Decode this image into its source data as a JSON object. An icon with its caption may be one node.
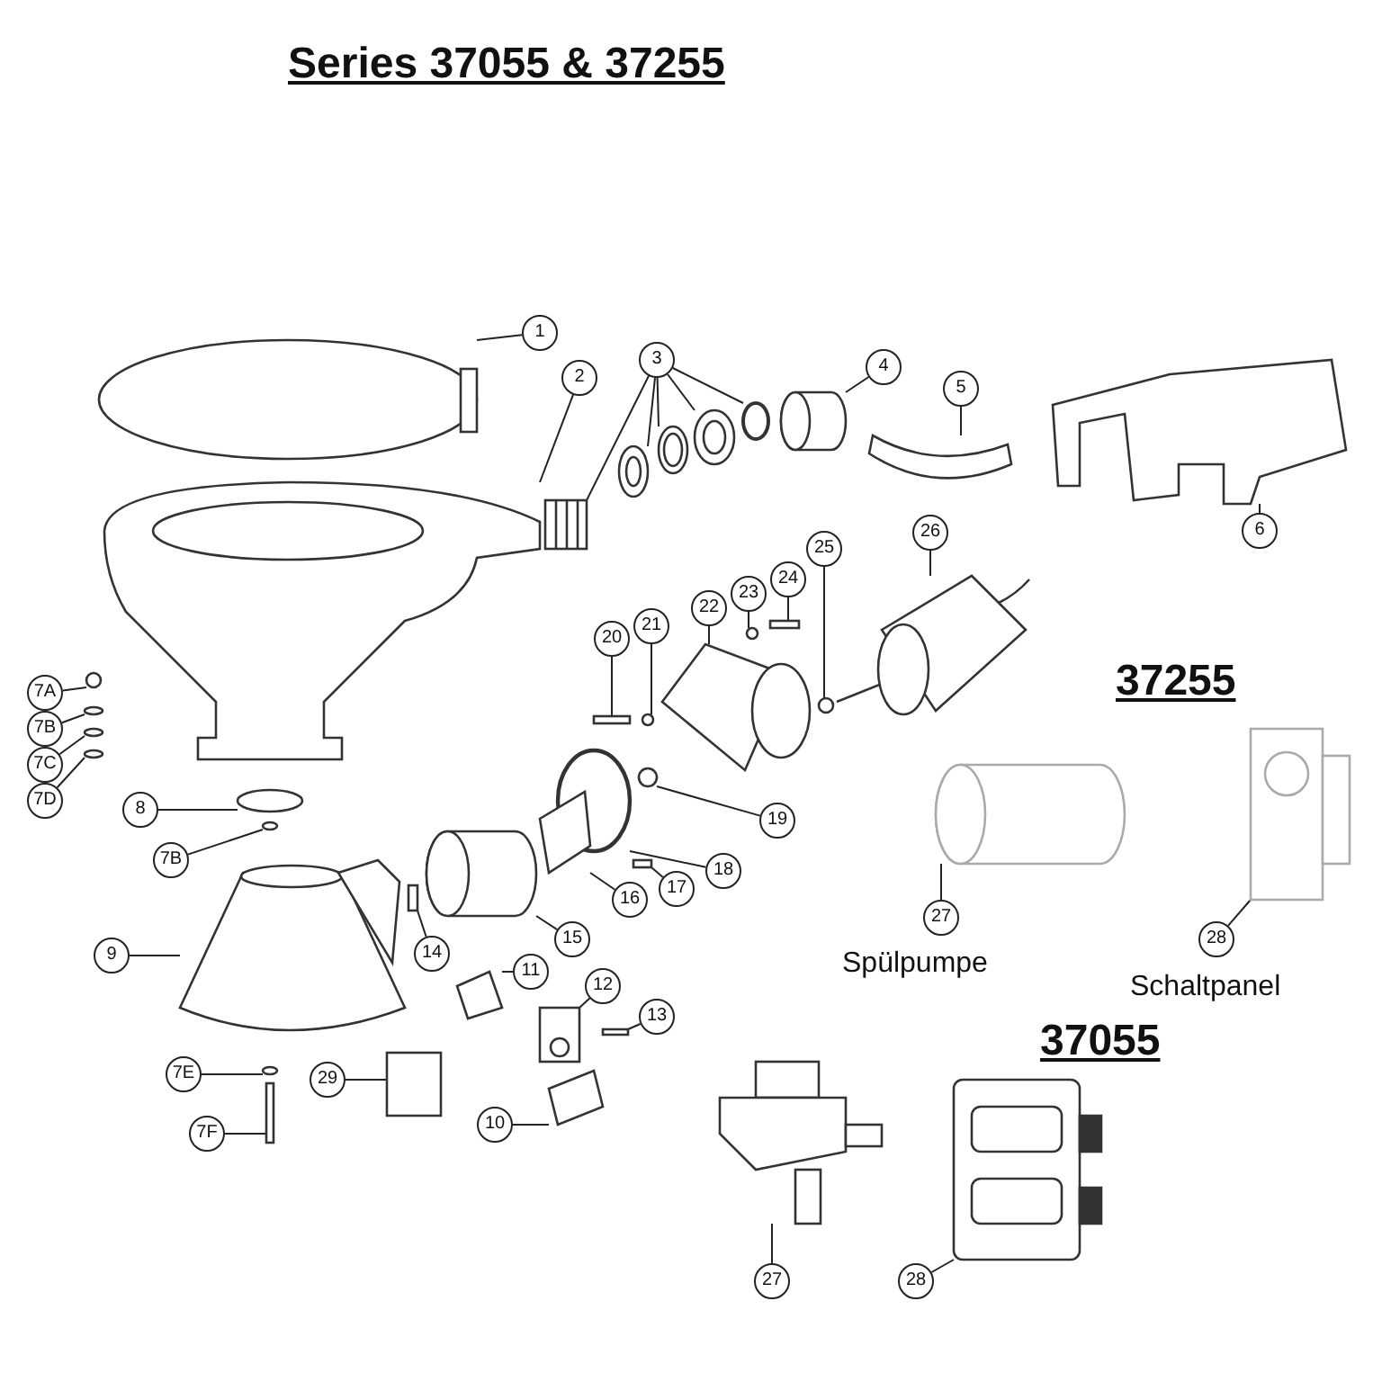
{
  "diagram": {
    "title": "Series 37055 & 37255",
    "nodes": [
      {
        "text": [
          "1"
        ]
      },
      {
        "text": [
          "2"
        ]
      },
      {
        "text": [
          "3"
        ]
      },
      {
        "text": [
          "4"
        ]
      },
      {
        "text": [
          "5"
        ]
      },
      {
        "text": [
          "6"
        ]
      },
      {
        "text": [
          "26"
        ]
      },
      {
        "text": [
          "20"
        ]
      },
      {
        "text": [
          "21"
        ]
      },
      {
        "text": [
          "22"
        ]
      },
      {
        "text": [
          "23"
        ]
      },
      {
        "text": [
          "24"
        ]
      },
      {
        "text": [
          "25"
        ]
      },
      {
        "text": [
          "7A"
        ]
      },
      {
        "text": [
          "7B"
        ]
      },
      {
        "text": [
          "7C"
        ]
      },
      {
        "text": [
          "7D"
        ]
      },
      {
        "text": [
          "19"
        ]
      },
      {
        "text": [
          "18"
        ]
      },
      {
        "text": [
          "17"
        ]
      },
      {
        "text": [
          "16"
        ]
      },
      {
        "text": [
          "15"
        ]
      },
      {
        "text": [
          "8"
        ]
      },
      {
        "text": [
          "7B"
        ]
      },
      {
        "text": [
          "14"
        ]
      },
      {
        "text": [
          "9"
        ]
      },
      {
        "text": [
          "27"
        ]
      },
      {
        "text": [
          "28"
        ]
      },
      {
        "text": [
          "11"
        ]
      },
      {
        "text": [
          "12"
        ]
      },
      {
        "text": [
          "13"
        ]
      },
      {
        "text": [
          "29"
        ]
      },
      {
        "text": [
          "7E"
        ]
      },
      {
        "text": [
          "7F"
        ]
      },
      {
        "text": [
          "10"
        ]
      },
      {
        "text": [
          "27"
        ]
      },
      {
        "text": [
          "28"
        ]
      },
      {
        "text": [],
        "shape": "picture"
      },
      {
        "text": [],
        "shape": "picture"
      },
      {
        "text": [],
        "shape": "picture"
      },
      {
        "text": [],
        "shape": "picture"
      },
      {
        "text": [],
        "shape": "picture"
      },
      {
        "text": [],
        "shape": "picture"
      },
      {
        "text": [],
        "shape": "circle"
      },
      {
        "text": [],
        "shape": "cylinder"
      },
      {
        "text": [],
        "shape": "picture"
      },
      {
        "text": [],
        "shape": "picture"
      },
      {
        "text": [],
        "shape": "picture"
      },
      {
        "text": [],
        "shape": "box"
      },
      {
        "text": [],
        "shape": "circle"
      },
      {
        "text": [],
        "shape": "picture"
      },
      {
        "text": [],
        "shape": "circle"
      },
      {
        "text": [],
        "shape": "box"
      },
      {
        "text": [],
        "shape": "circle"
      },
      {
        "text": [],
        "shape": "circle"
      },
      {
        "text": [],
        "shape": "circle"
      },
      {
        "text": [],
        "shape": "circle"
      },
      {
        "text": [],
        "shape": "circle"
      },
      {
        "text": [],
        "shape": "circle"
      },
      {
        "text": [],
        "shape": "circle"
      },
      {
        "text": [],
        "shape": "box"
      },
      {
        "text": [],
        "shape": "picture"
      },
      {
        "text": [],
        "shape": "cylinder"
      },
      {
        "text": [],
        "shape": "circle"
      },
      {
        "text": [],
        "shape": "circle"
      },
      {
        "text": [],
        "shape": "box"
      },
      {
        "text": [],
        "shape": "picture"
      },
      {
        "text": [],
        "shape": "cylinder"
      },
      {
        "text": [],
        "shape": "picture"
      },
      {
        "text": [],
        "shape": "picture"
      },
      {
        "text": [],
        "shape": "picture"
      },
      {
        "text": [],
        "shape": "box"
      },
      {
        "text": [],
        "shape": "box"
      },
      {
        "text": [],
        "shape": "circle"
      },
      {
        "text": [],
        "shape": "box"
      },
      {
        "text": [],
        "shape": "picture"
      },
      {
        "text": [],
        "shape": "picture"
      },
      {
        "text": [],
        "shape": "picture"
      }
    ],
    "edges": [
      {
        "from": 0,
        "to": 37,
        "arrow": "none"
      },
      {
        "from": 1,
        "to": 38,
        "arrow": "none"
      },
      {
        "from": 2,
        "to": 39,
        "arrow": "none"
      },
      {
        "from": 2,
        "to": 40,
        "arrow": "none"
      },
      {
        "from": 2,
        "to": 41,
        "arrow": "none"
      },
      {
        "from": 2,
        "to": 42,
        "arrow": "none"
      },
      {
        "from": 2,
        "to": 43,
        "arrow": "none"
      },
      {
        "from": 3,
        "to": 44,
        "arrow": "none"
      },
      {
        "from": 4,
        "to": 45,
        "arrow": "none"
      },
      {
        "from": 5,
        "to": 46,
        "arrow": "none"
      },
      {
        "from": 6,
        "to": 47,
        "arrow": "none"
      },
      {
        "from": 7,
        "to": 48,
        "arrow": "none"
      },
      {
        "from": 8,
        "to": 49,
        "arrow": "none"
      },
      {
        "from": 9,
        "to": 50,
        "arrow": "none"
      },
      {
        "from": 10,
        "to": 51,
        "arrow": "none"
      },
      {
        "from": 11,
        "to": 52,
        "arrow": "none"
      },
      {
        "from": 12,
        "to": 53,
        "arrow": "none"
      },
      {
        "from": 13,
        "to": 54,
        "arrow": "none"
      },
      {
        "from": 14,
        "to": 55,
        "arrow": "none"
      },
      {
        "from": 15,
        "to": 56,
        "arrow": "none"
      },
      {
        "from": 16,
        "to": 57,
        "arrow": "none"
      },
      {
        "from": 17,
        "to": 58,
        "arrow": "none"
      },
      {
        "from": 18,
        "to": 59,
        "arrow": "none"
      },
      {
        "from": 19,
        "to": 60,
        "arrow": "none"
      },
      {
        "from": 20,
        "to": 61,
        "arrow": "none"
      },
      {
        "from": 21,
        "to": 62,
        "arrow": "none"
      },
      {
        "from": 22,
        "to": 63,
        "arrow": "none"
      },
      {
        "from": 23,
        "to": 64,
        "arrow": "none"
      },
      {
        "from": 24,
        "to": 65,
        "arrow": "none"
      },
      {
        "from": 25,
        "to": 66,
        "arrow": "none"
      },
      {
        "from": 26,
        "to": 67,
        "arrow": "none"
      },
      {
        "from": 27,
        "to": 68,
        "arrow": "none"
      },
      {
        "from": 28,
        "to": 69,
        "arrow": "none"
      },
      {
        "from": 29,
        "to": 70,
        "arrow": "none"
      },
      {
        "from": 30,
        "to": 71,
        "arrow": "none"
      },
      {
        "from": 31,
        "to": 72,
        "arrow": "none"
      },
      {
        "from": 32,
        "to": 73,
        "arrow": "none"
      },
      {
        "from": 33,
        "to": 74,
        "arrow": "none"
      },
      {
        "from": 34,
        "to": 75,
        "arrow": "none"
      },
      {
        "from": 35,
        "to": 76,
        "arrow": "none"
      },
      {
        "from": 36,
        "to": 77,
        "arrow": "none"
      }
    ],
    "labels": [
      "37255",
      "Spülpumpe",
      "Schaltpanel",
      "37055"
    ]
  }
}
